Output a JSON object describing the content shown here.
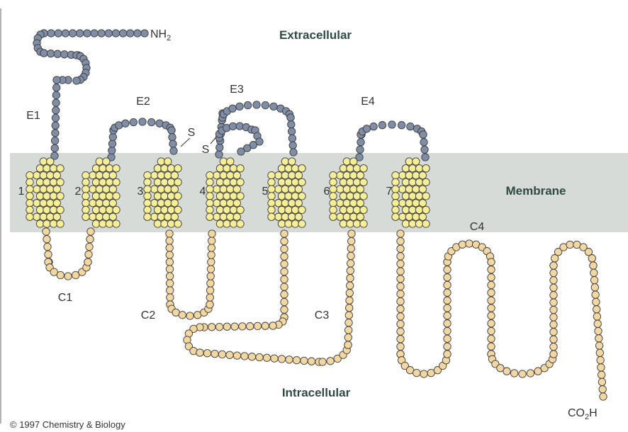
{
  "regions": {
    "extracellular": "Extracellular",
    "membrane": "Membrane",
    "intracellular": "Intracellular"
  },
  "termini": {
    "n_label": "NH",
    "n_sub": "2",
    "c_label": "CO",
    "c_sub": "2",
    "c_tail": "H"
  },
  "helices": [
    "1",
    "2",
    "3",
    "4",
    "5",
    "6",
    "7"
  ],
  "loops": {
    "extracellular": [
      "E1",
      "E2",
      "E3",
      "E4"
    ],
    "intracellular": [
      "C1",
      "C2",
      "C3",
      "C4"
    ]
  },
  "disulfide": {
    "s1": "S",
    "s2": "S"
  },
  "copyright": "© 1997 Chemistry & Biology",
  "colors": {
    "extracellular_residue": "#7f8ea6",
    "membrane_residue": "#f6ee97",
    "intracellular_residue": "#f3d7a2",
    "membrane_band": "#d7dbd8",
    "region_label": "#2f4a44"
  }
}
